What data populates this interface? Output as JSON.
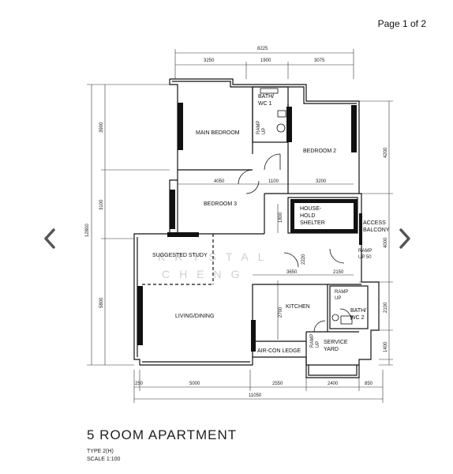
{
  "header": {
    "page_indicator": "Page 1 of 2"
  },
  "footer": {
    "title": "5 ROOM APARTMENT",
    "type": "TYPE 2(H)",
    "scale": "SCALE 1:100"
  },
  "watermark": {
    "line1": "KRYSTAL",
    "line2": "CHENG"
  },
  "rooms": {
    "bath1": "BATH/",
    "bath1b": "WC 1",
    "main_bedroom": "MAIN BEDROOM",
    "bedroom2": "BEDROOM 2",
    "bedroom3": "BEDROOM 3",
    "shelter1": "HOUSE-",
    "shelter2": "HOLD",
    "shelter3": "SHELTER",
    "access1": "ACCESS",
    "access2": "BALCONY",
    "study": "SUGGESTED STUDY",
    "living": "LIVING/DINING",
    "kitchen": "KITCHEN",
    "bath2": "BATH/",
    "bath2b": "WC 2",
    "aircon": "AIR-CON LEDGE",
    "service1": "SERVICE",
    "service2": "YARD",
    "ramp": "RAMP",
    "up": "UP",
    "up50": "UP 50"
  },
  "dimensions": {
    "top_total": "8225",
    "top_a": "3250",
    "top_b": "1900",
    "top_c": "3075",
    "left_total": "12800",
    "left_a": "3900",
    "left_b": "3100",
    "left_c": "5800",
    "right_a": "4200",
    "right_b": "4000",
    "right_c": "2100",
    "right_d": "1400",
    "bottom_a": "250",
    "bottom_b": "5000",
    "bottom_c": "2550",
    "bottom_d": "2400",
    "bottom_e": "850",
    "bottom_total": "11050",
    "in_4050": "4050",
    "in_1100": "1100",
    "in_3200": "3200",
    "in_1800": "1800",
    "in_3650": "3650",
    "in_2150": "2150",
    "in_2700": "2700",
    "in_2220": "2220"
  }
}
